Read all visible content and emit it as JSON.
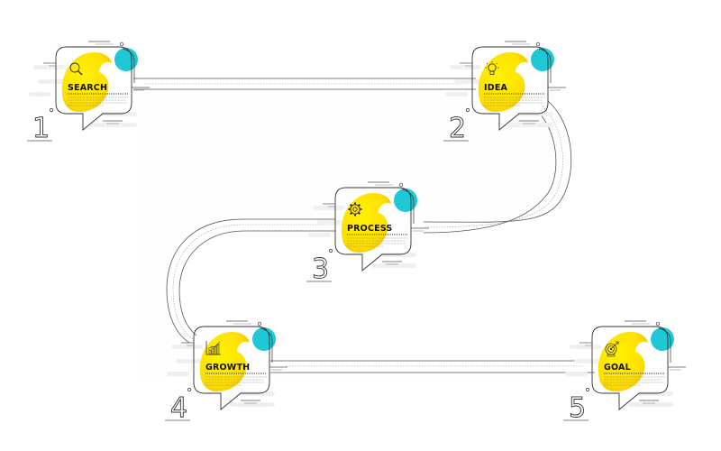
{
  "diagram": {
    "type": "timeline-infographic",
    "colors": {
      "accent_yellow": "#ffe000",
      "accent_yellow_shade": "#f5c400",
      "accent_cyan": "#1ec8d4",
      "line": "#444444",
      "text": "#111111"
    },
    "steps": [
      {
        "number": "1",
        "title": "SEARCH",
        "icon": "magnifier-icon"
      },
      {
        "number": "2",
        "title": "IDEA",
        "icon": "lightbulb-icon"
      },
      {
        "number": "3",
        "title": "PROCESS",
        "icon": "gear-icon"
      },
      {
        "number": "4",
        "title": "GROWTH",
        "icon": "bar-chart-icon"
      },
      {
        "number": "5",
        "title": "GOAL",
        "icon": "target-icon"
      }
    ]
  }
}
